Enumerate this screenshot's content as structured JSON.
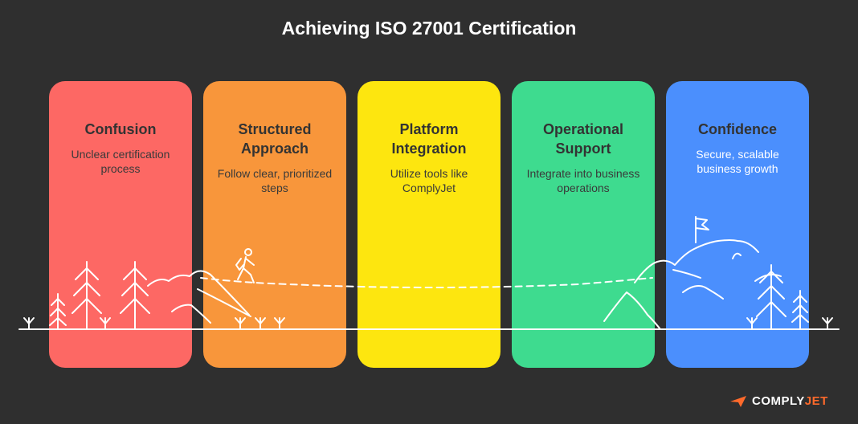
{
  "title": "Achieving ISO 27001 Certification",
  "stages": [
    {
      "heading": "Confusion",
      "text": "Unclear certification process",
      "color": "#fd6864"
    },
    {
      "heading": "Structured Approach",
      "text": "Follow clear, prioritized steps",
      "color": "#f8963b"
    },
    {
      "heading": "Platform Integration",
      "text": "Utilize tools like ComplyJet",
      "color": "#fde60f"
    },
    {
      "heading": "Operational Support",
      "text": "Integrate into business operations",
      "color": "#3edb8f"
    },
    {
      "heading": "Confidence",
      "text": "Secure, scalable business growth",
      "color": "#4b8ffd"
    }
  ],
  "logo": {
    "part1": "COMPLY",
    "part2": "JET",
    "accent": "#ff6a2b"
  }
}
